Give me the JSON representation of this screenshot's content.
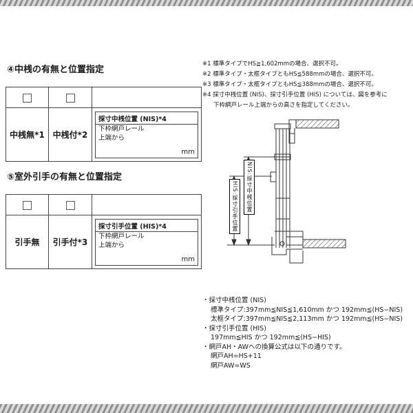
{
  "section4": {
    "title": "④中桟の有無と位置指定",
    "col1": "中桟無*1",
    "col2": "中桟付*2",
    "box_title": "採寸中桟位置 (NIS)*4",
    "box_line1": "下枠網戸レール",
    "box_line2": "上端から",
    "unit": "mm"
  },
  "section5": {
    "title": "⑤室外引手の有無と位置指定",
    "col1": "引手無",
    "col2": "引手付*3",
    "box_title": "採寸引手位置 (HIS)*4",
    "box_line1": "下枠網戸レール",
    "box_line2": "上端から",
    "unit": "mm"
  },
  "notes": [
    "※1 標準タイプでHS≧1,602mmの場合、選択不可。",
    "※2 標準タイプ・太框タイプともHS≦588mmの場合、選択不可。",
    "※3 標準タイプ・太框タイプともHS≦388mmの場合、選択不可。",
    "※4 採寸中桟位置 (NIS)、採寸引手位置 (HIS) については、図を参考に",
    "下枠網戸レール上端からの高さを指定してください。"
  ],
  "diagram": {
    "label_his": "HIS:採寸引手位置",
    "label_nis": "NIS:採寸中桟位置"
  },
  "specs": [
    "・採寸中桟位置 (NIS)",
    "標準タイプ:397mm≦NIS≦1,610mm かつ 192mm≦(HS−NIS)",
    "太框タイプ:397mm≦NIS≦2,113mm かつ 192mm≦(HS−NIS)",
    "・採寸引手位置 (HIS)",
    "197mm≦HIS かつ 192mm≦(HS−HIS)",
    "・網戸AH・AWへの換算公式は以下の通りです。",
    "網戸AH=HS+11",
    "網戸AW=WS"
  ]
}
